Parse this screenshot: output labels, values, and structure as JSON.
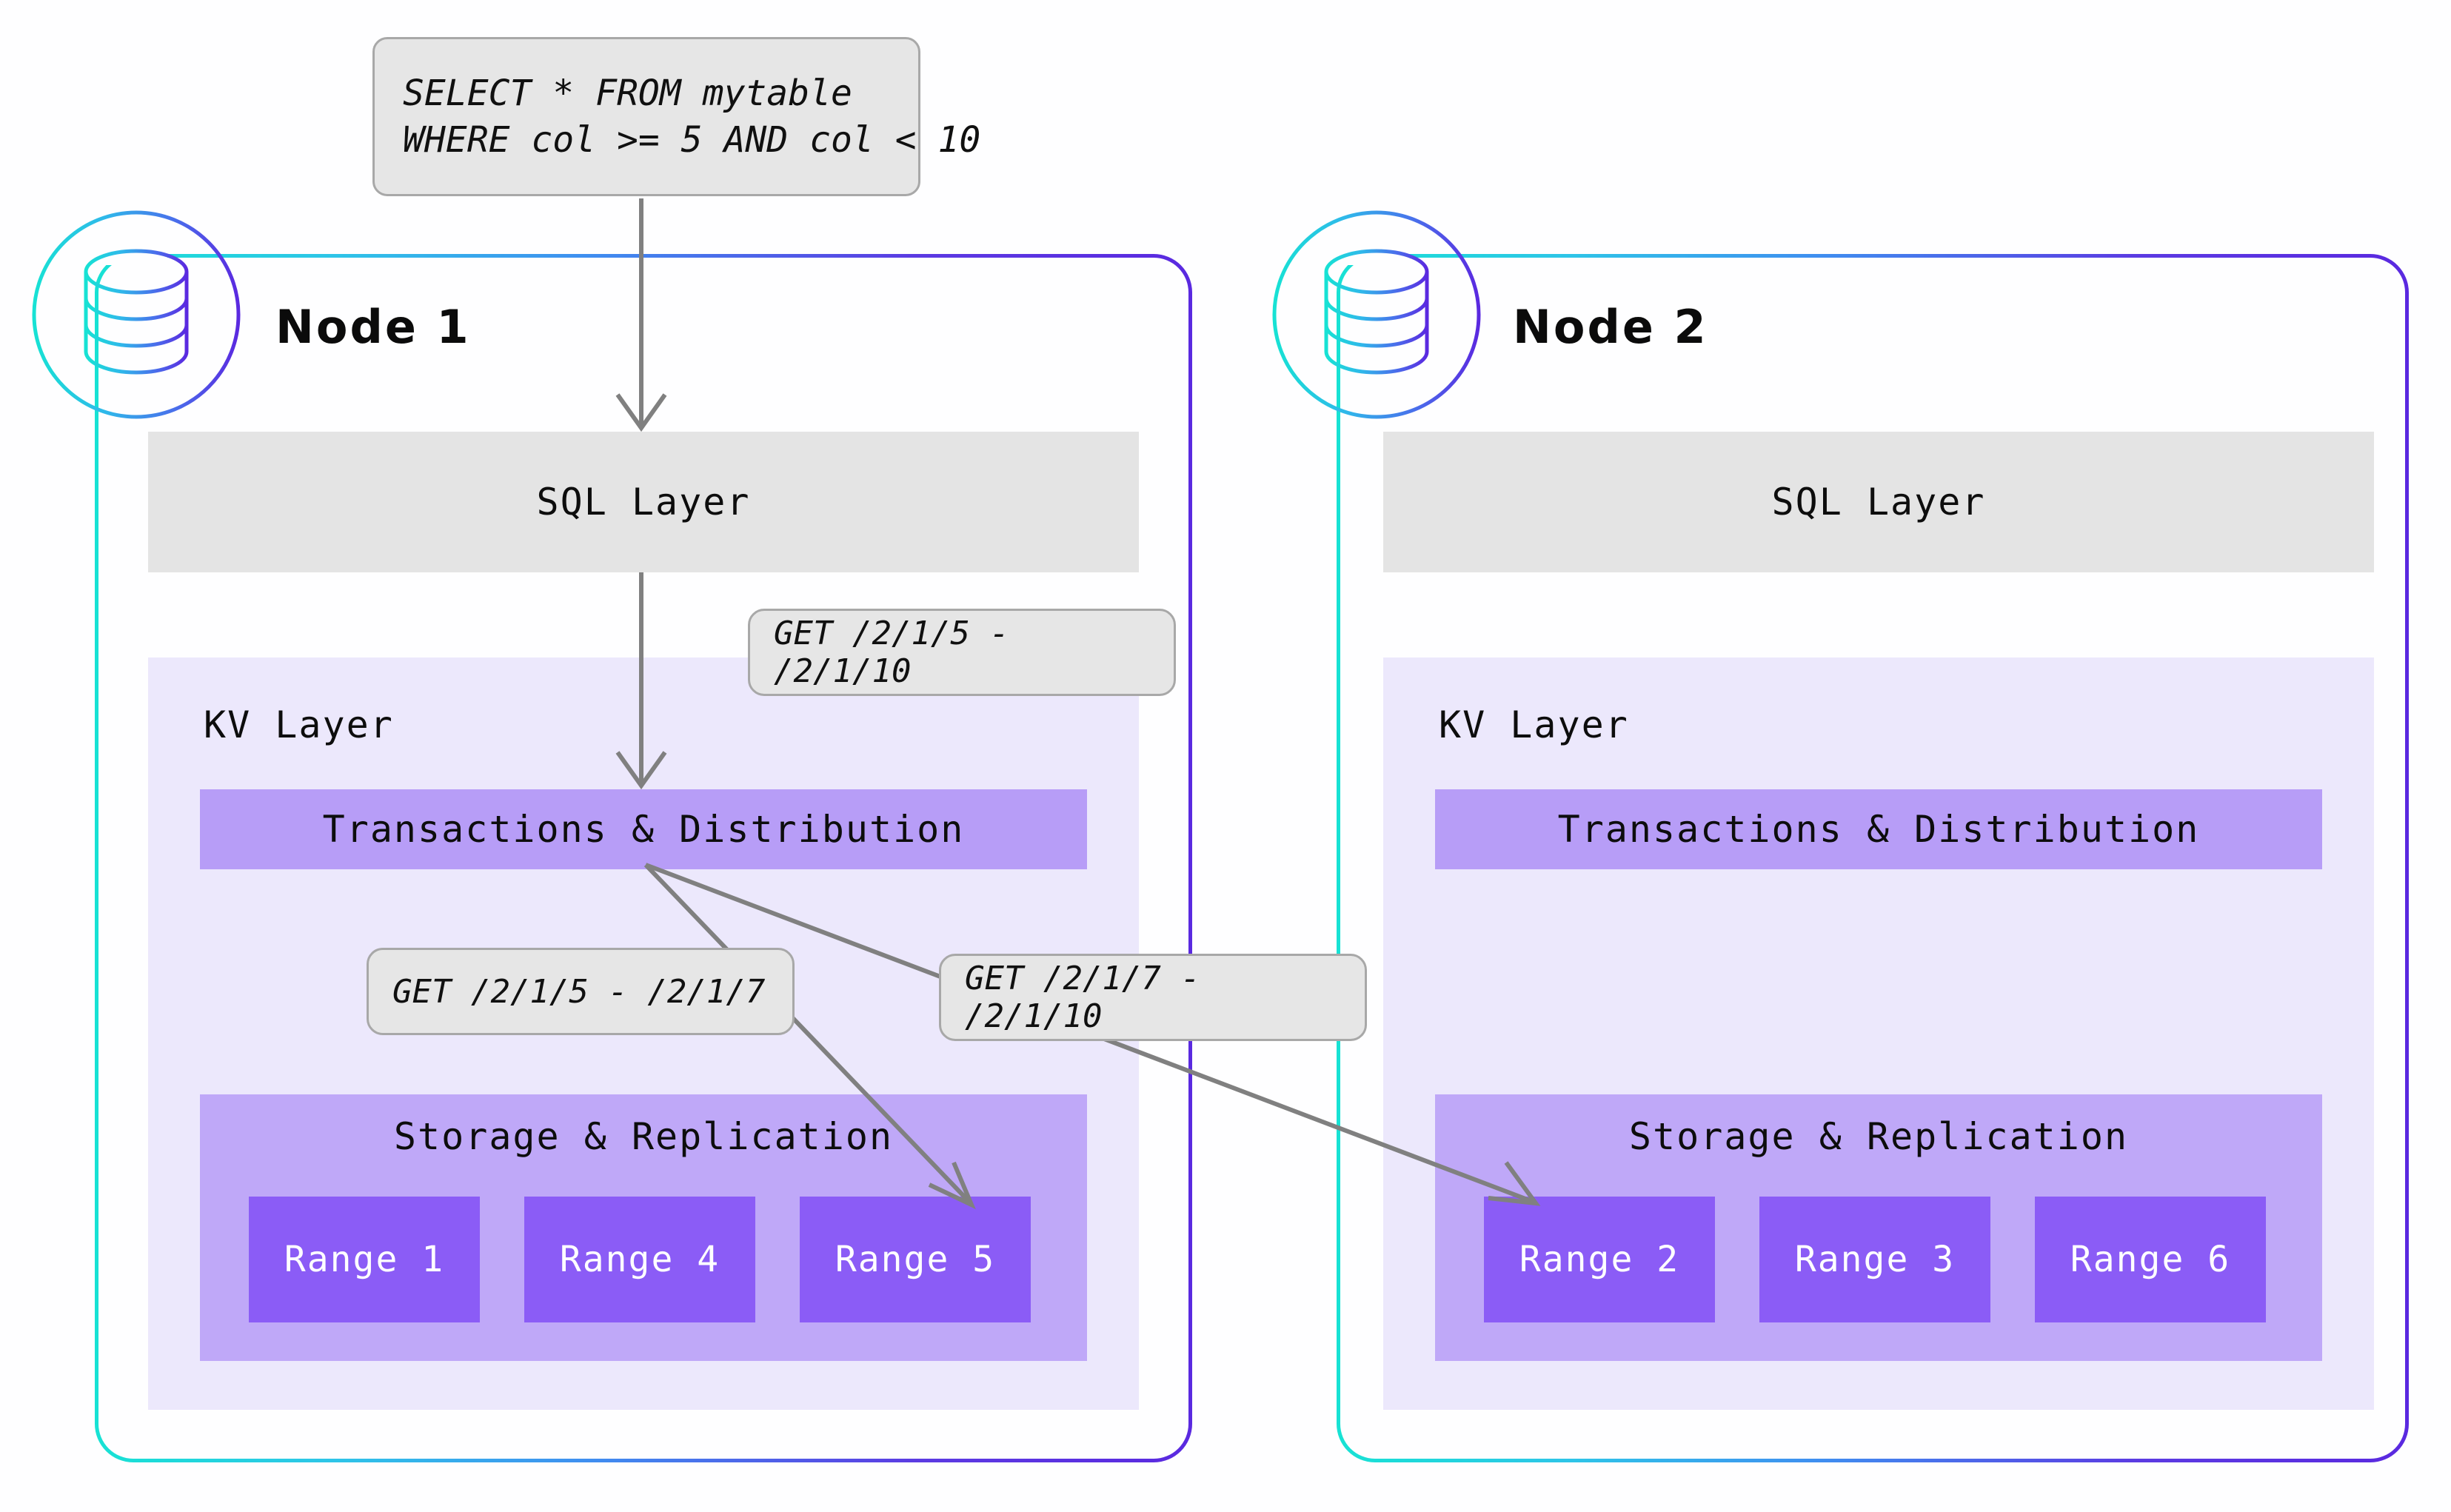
{
  "diagram": {
    "title": "CockroachDB distributed query execution across nodes",
    "background": "#fefeff",
    "arrow_color": "#808080"
  },
  "query_callout": {
    "name": "sql-query",
    "line1": "SELECT * FROM mytable",
    "line2": "WHERE col >= 5 AND col < 10"
  },
  "get_callouts": {
    "main": "GET /2/1/5 - /2/1/10",
    "left": "GET /2/1/5 - /2/1/7",
    "right": "GET /2/1/7 - /2/1/10"
  },
  "colors": {
    "gradient_start": "#17e2d4",
    "gradient_end": "#5a29e0",
    "sql_layer_bg": "#e4e4e4",
    "kv_layer_bg": "#ece8fc",
    "txn_bar_bg": "#b79df7",
    "storage_bg": "#bfa8f8",
    "range_bg": "#8b5cf6",
    "callout_bg": "#e6e6e6",
    "callout_border": "#a8a8a8"
  },
  "nodes": [
    {
      "id": "node1",
      "title": "Node 1",
      "icon": "database-icon",
      "sql_layer_label": "SQL Layer",
      "kv_layer_label": "KV Layer",
      "txn_label": "Transactions & Distribution",
      "storage_label": "Storage & Replication",
      "ranges": [
        "Range 1",
        "Range 4",
        "Range 5"
      ]
    },
    {
      "id": "node2",
      "title": "Node 2",
      "icon": "database-icon",
      "sql_layer_label": "SQL Layer",
      "kv_layer_label": "KV Layer",
      "txn_label": "Transactions & Distribution",
      "storage_label": "Storage & Replication",
      "ranges": [
        "Range 2",
        "Range 3",
        "Range 6"
      ]
    }
  ]
}
